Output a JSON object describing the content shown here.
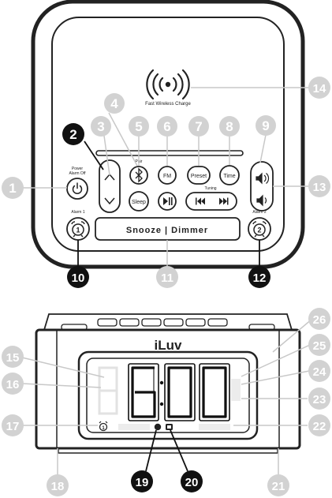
{
  "top_view": {
    "wireless_caption": "Fast Wireless Charge",
    "pair_caption": "Pair",
    "tuning_caption": "Tuning",
    "power_caption_line1": "Power",
    "power_caption_line2": "Alarm Off",
    "alarm1_caption": "Alarm 1",
    "alarm2_caption": "Alarm 2",
    "buttons": {
      "fm": "FM",
      "preset": "Preset",
      "time": "Time",
      "sleep": "Sleep",
      "snooze_dimmer": "Snooze | Dimmer",
      "alarm1_num": "1",
      "alarm2_num": "2"
    }
  },
  "front_view": {
    "brand": "iLuv",
    "time_display": "6:00",
    "alarm_indicator_num": "1"
  },
  "callouts": {
    "c1": "1",
    "c2": "2",
    "c3": "3",
    "c4": "4",
    "c5": "5",
    "c6": "6",
    "c7": "7",
    "c8": "8",
    "c9": "9",
    "c10": "10",
    "c11": "11",
    "c12": "12",
    "c13": "13",
    "c14": "14",
    "c15": "15",
    "c16": "16",
    "c17": "17",
    "c18": "18",
    "c19": "19",
    "c20": "20",
    "c21": "21",
    "c22": "22",
    "c23": "23",
    "c24": "24",
    "c25": "25",
    "c26": "26"
  },
  "colors": {
    "outline": "#222222",
    "callout_active": "#111111",
    "callout_faded": "#d2d2d2",
    "leader_faded": "#c8c8c8"
  }
}
